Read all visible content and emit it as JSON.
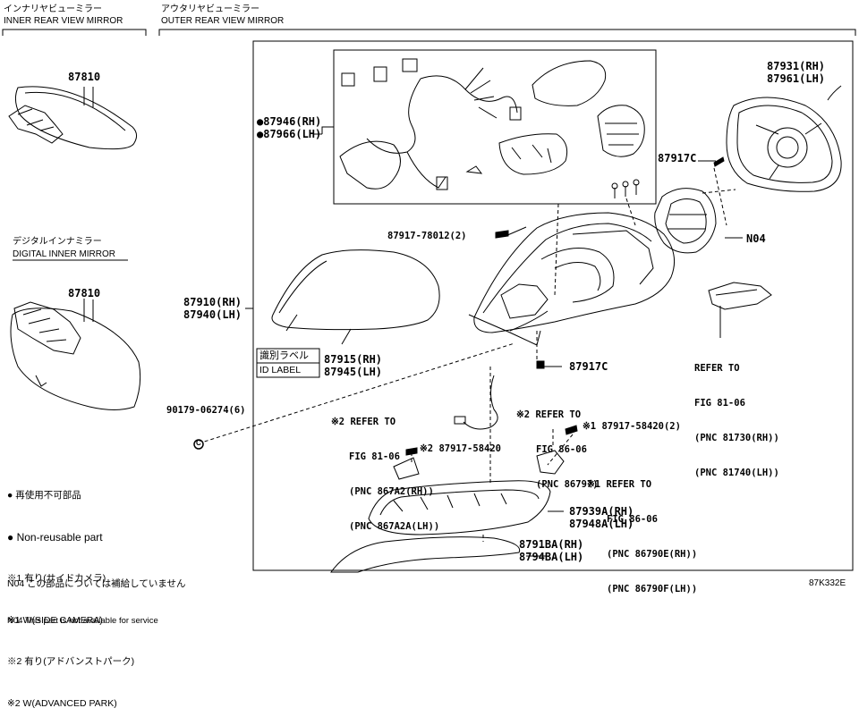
{
  "headers": {
    "inner_jp": "インナリヤビューミラー",
    "inner_en": "INNER REAR VIEW MIRROR",
    "outer_jp": "アウタリヤビューミラー",
    "outer_en": "OUTER REAR VIEW MIRROR",
    "digital_jp": "デジタルインナミラー",
    "digital_en": "DIGITAL INNER MIRROR"
  },
  "parts": {
    "p87810_a": "87810",
    "p87810_b": "87810",
    "p87946": "●87946(RH)",
    "p87966": "●87966(LH)",
    "p87931": "87931(RH)",
    "p87961": "87961(LH)",
    "p87917c_a": "87917C",
    "p87917c_b": "87917C",
    "n04": "N04",
    "p87917_78012": "87917-78012(2)",
    "p87910": "87910(RH)",
    "p87940": "87940(LH)",
    "label_jp": "識別ラベル",
    "label_en": "ID LABEL",
    "p87915": "87915(RH)",
    "p87945": "87945(LH)",
    "p90179": "90179-06274(6)",
    "p87917_58420_a": "※2 87917-58420",
    "p87917_58420_b": "※1 87917-58420(2)",
    "p87939": "87939A(RH)",
    "p87948": "87948A(LH)",
    "p8791b": "8791BA(RH)",
    "p8794b": "8794BA(LH)"
  },
  "refs": {
    "r1": [
      "REFER TO",
      "FIG 81-06",
      "(PNC 81730(RH))",
      "(PNC 81740(LH))"
    ],
    "r2": [
      "※2 REFER TO",
      "FIG 86-06",
      "(PNC 86797)"
    ],
    "r3": [
      "※2 REFER TO",
      "FIG 81-06",
      "(PNC 867A2(RH))",
      "(PNC 867A2A(LH))"
    ],
    "r4": [
      "※1 REFER TO",
      "FIG 86-06",
      "(PNC 86790E(RH))",
      "(PNC 86790F(LH))"
    ]
  },
  "legend": [
    "● 再使用不可部品",
    "● Non-reusable part",
    "※1 有り(サイドカメラ)",
    "※1 W(SIDE CAMERA)",
    "※2 有り(アドバンストパーク)",
    "※2 W(ADVANCED PARK)"
  ],
  "notes": [
    "N04 この部品については補給していません",
    "N04 This part is not available for service"
  ],
  "diagram_code": "87K332E",
  "circle_c": "C"
}
